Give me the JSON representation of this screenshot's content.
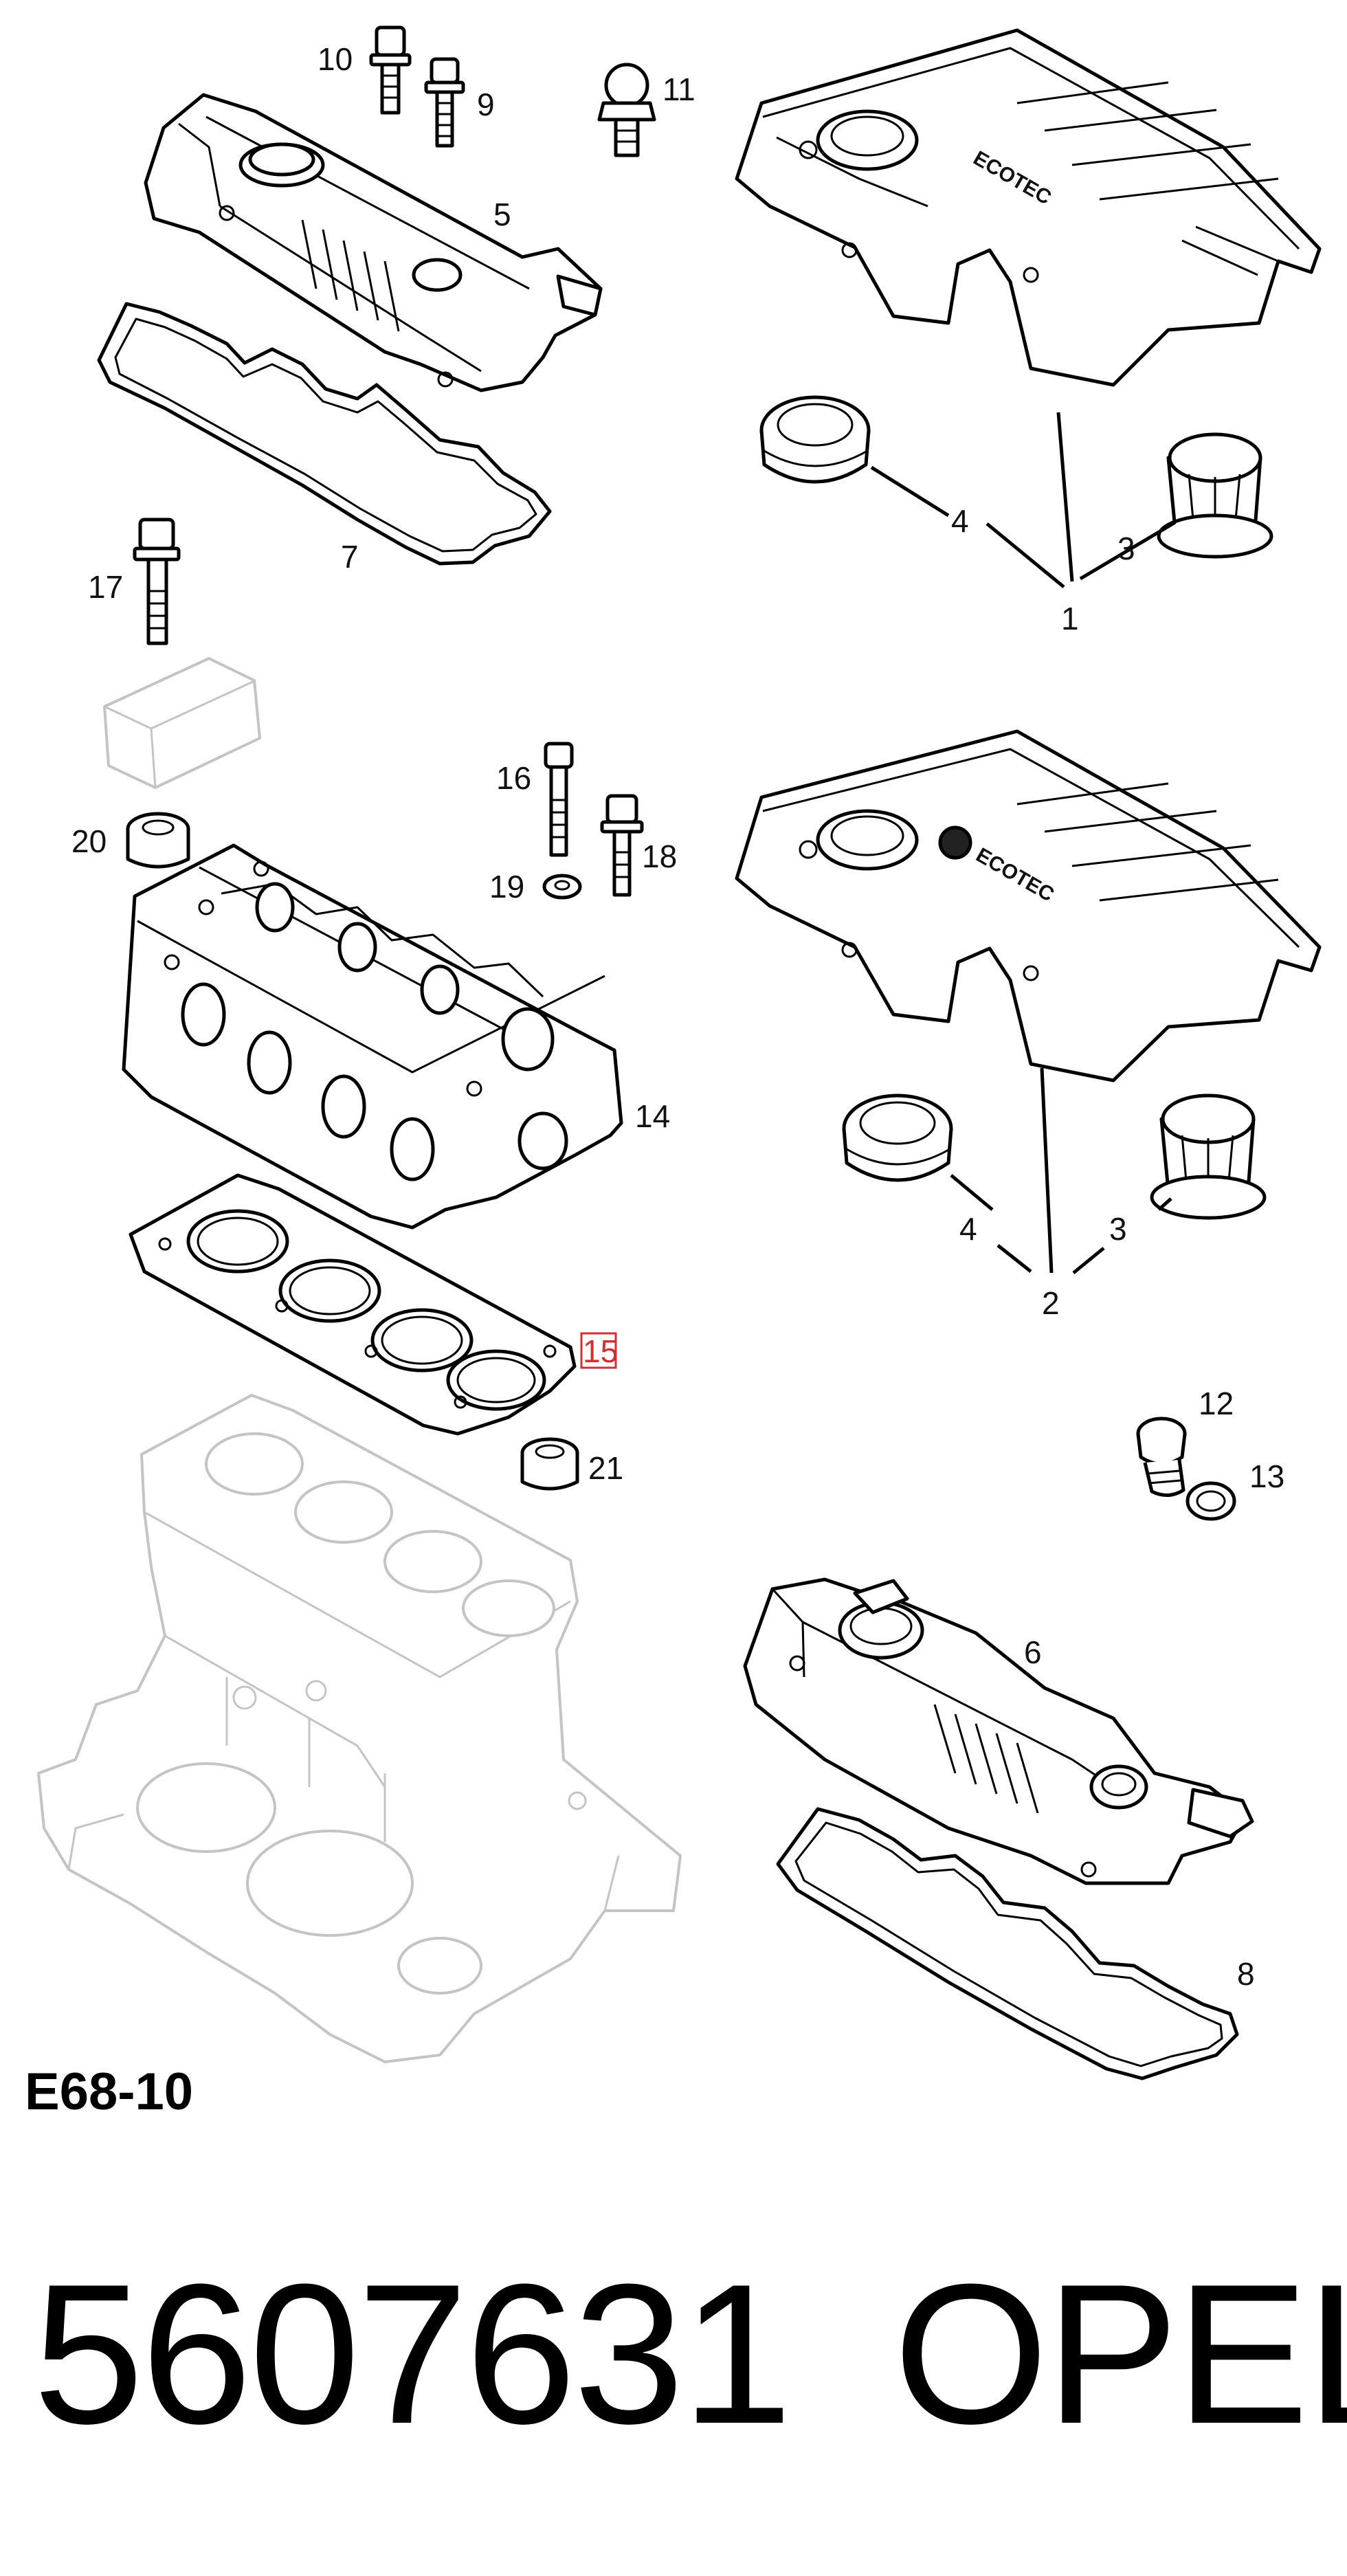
{
  "diagram": {
    "reference_code": "E68-10",
    "part_number": "5607631",
    "brand": "OPEL",
    "cover_logo_text": "ECOTEC",
    "highlight_color": "#d03030",
    "callouts": {
      "c1": "1",
      "c2": "2",
      "c3a": "3",
      "c3b": "3",
      "c4a": "4",
      "c4b": "4",
      "c5": "5",
      "c6": "6",
      "c7": "7",
      "c8": "8",
      "c9": "9",
      "c10": "10",
      "c11": "11",
      "c12": "12",
      "c13": "13",
      "c14": "14",
      "c15": "15",
      "c16": "16",
      "c17": "17",
      "c18": "18",
      "c19": "19",
      "c20": "20",
      "c21": "21"
    }
  }
}
